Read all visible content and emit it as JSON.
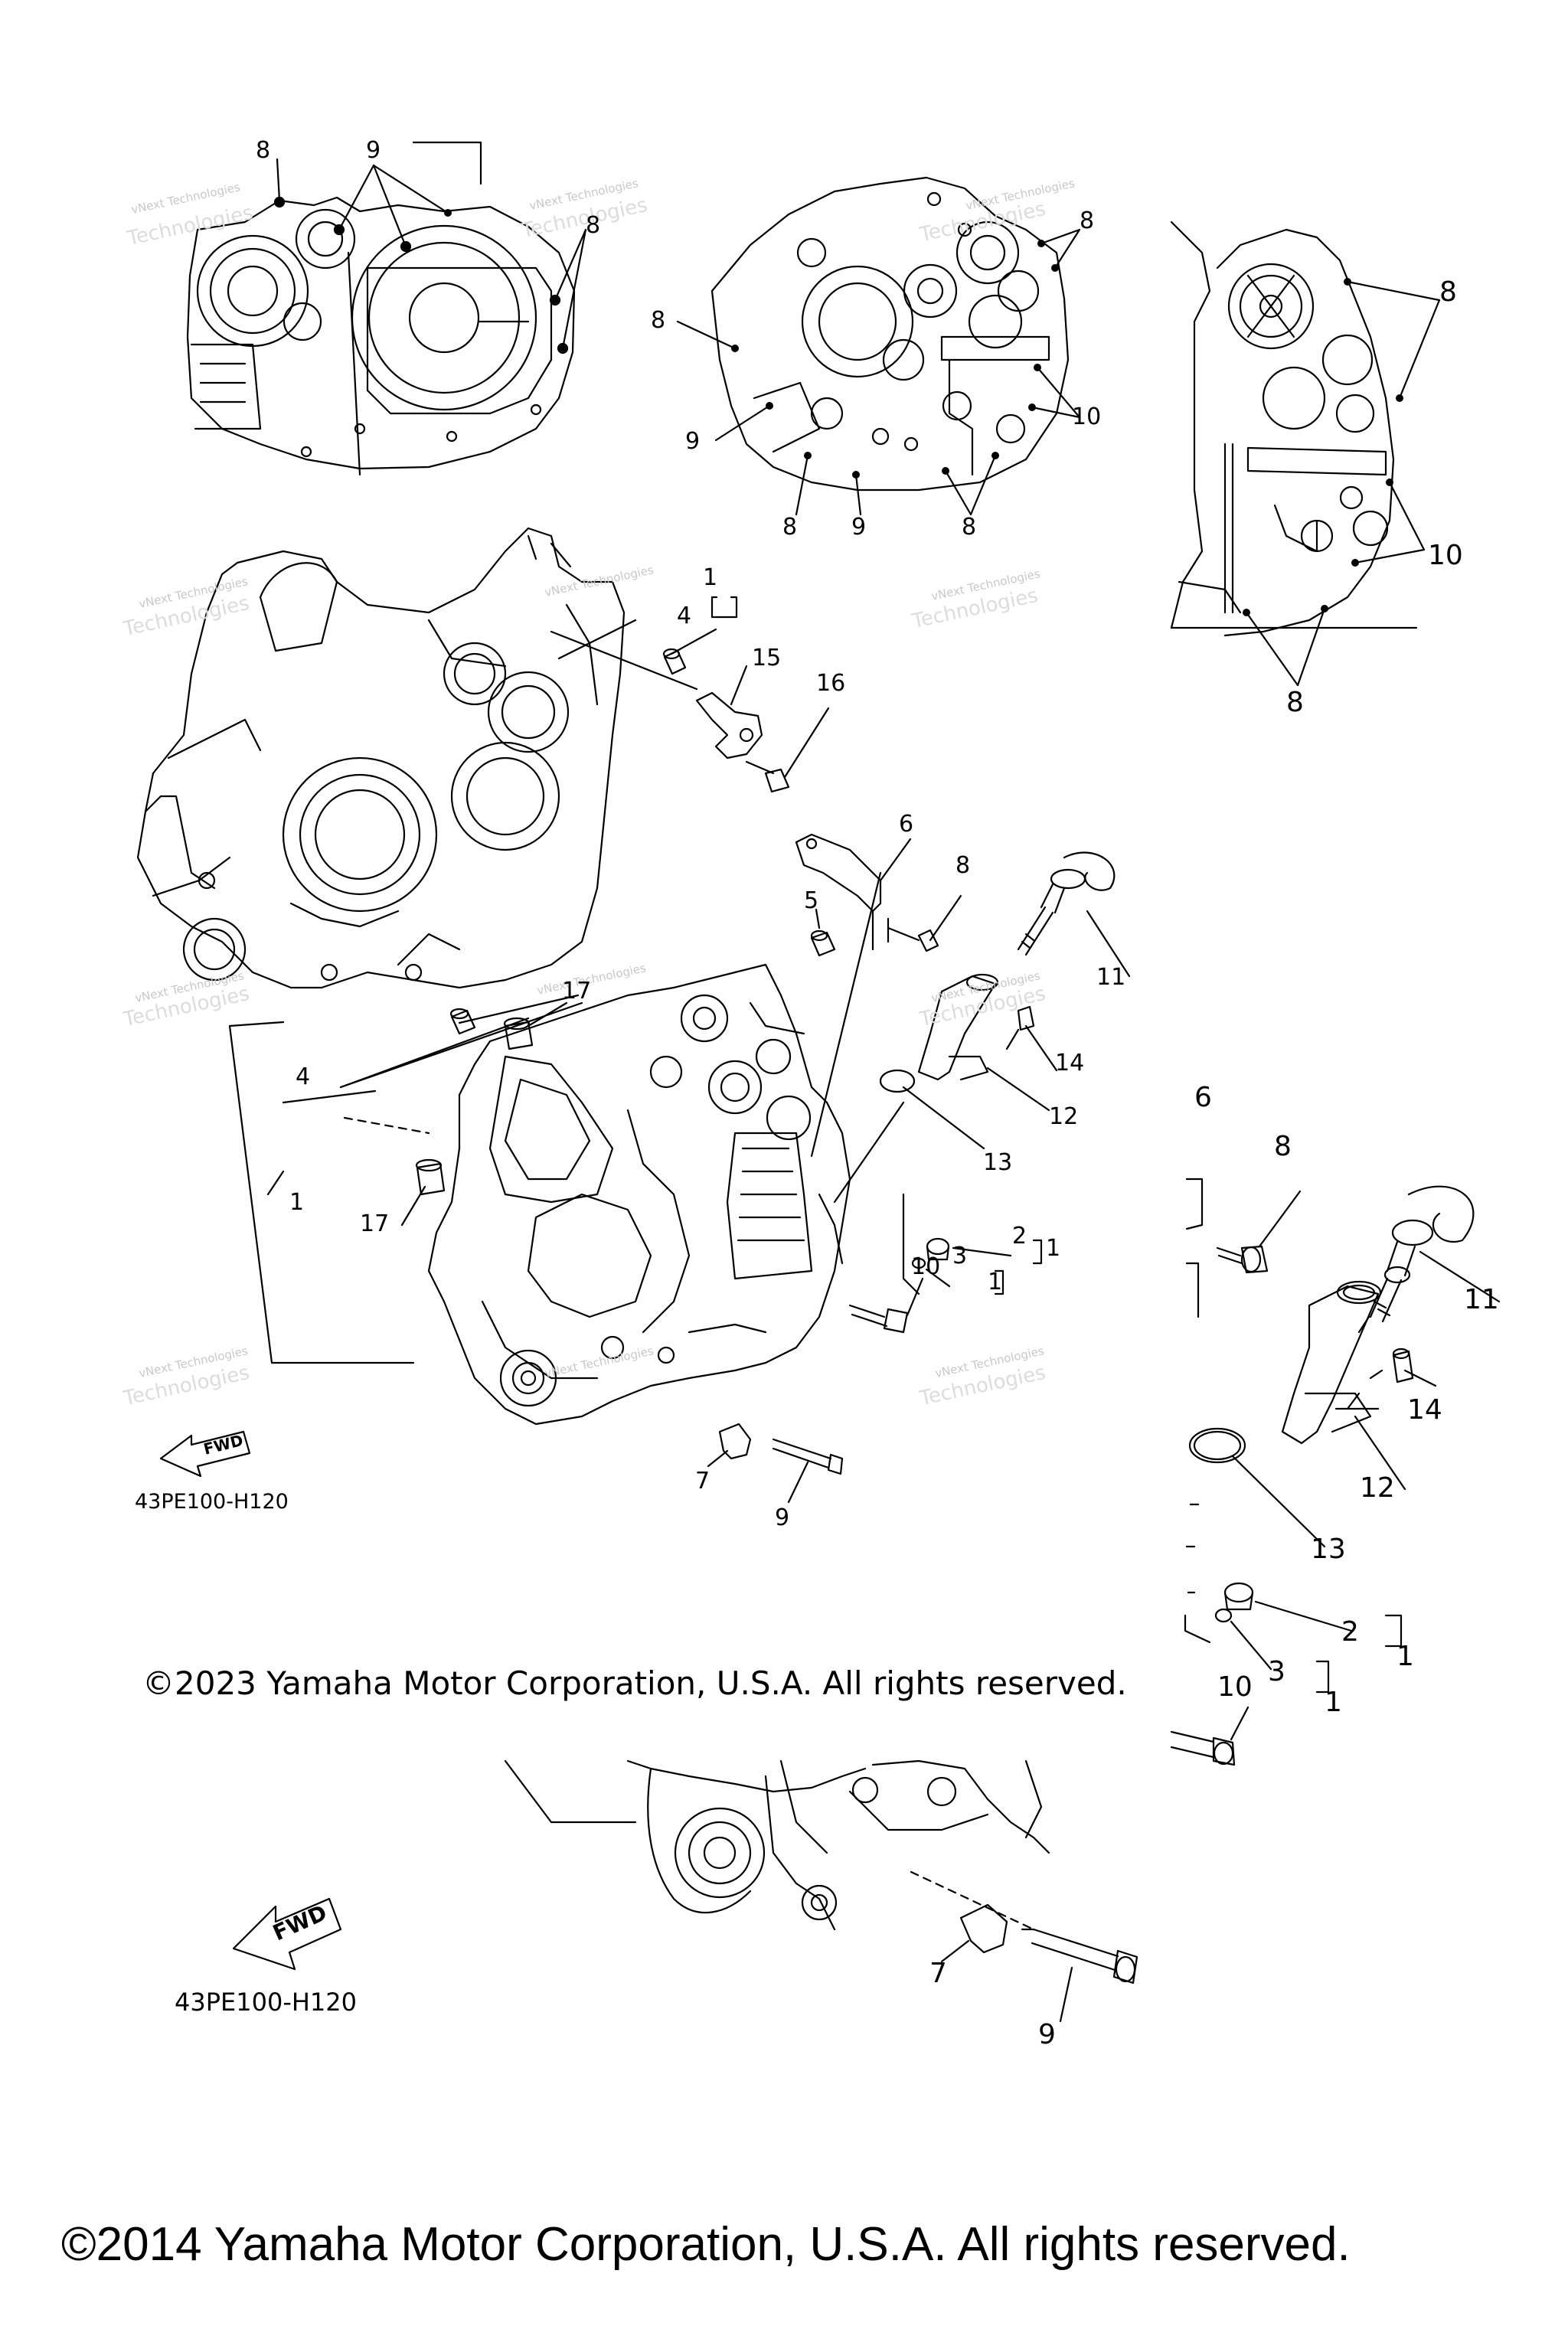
{
  "callouts": {
    "top_left": [
      "8",
      "9",
      "8"
    ],
    "top_mid": [
      "8",
      "8",
      "10",
      "9",
      "8",
      "9",
      "8"
    ],
    "top_right": [
      "8",
      "10",
      "8"
    ],
    "main": [
      "1",
      "4",
      "15",
      "16",
      "6",
      "8",
      "5",
      "11",
      "17",
      "14",
      "12",
      "4",
      "13",
      "1",
      "2",
      "1",
      "17",
      "3",
      "1",
      "10",
      "7",
      "9"
    ],
    "detail": [
      "6",
      "8",
      "11",
      "14",
      "12",
      "13",
      "2",
      "1",
      "3",
      "1",
      "10",
      "7",
      "9"
    ]
  },
  "watermark": {
    "brand": "vNext Technologies",
    "small": "vNext",
    "large": "Technologies"
  },
  "fwd_label": "FWD",
  "diagram_code": "43PE100-H120",
  "copyright_2023": "©2023 Yamaha Motor Corporation, U.S.A. All rights reserved.",
  "copyright_2014": "©2014 Yamaha Motor Corporation, U.S.A. All rights reserved."
}
